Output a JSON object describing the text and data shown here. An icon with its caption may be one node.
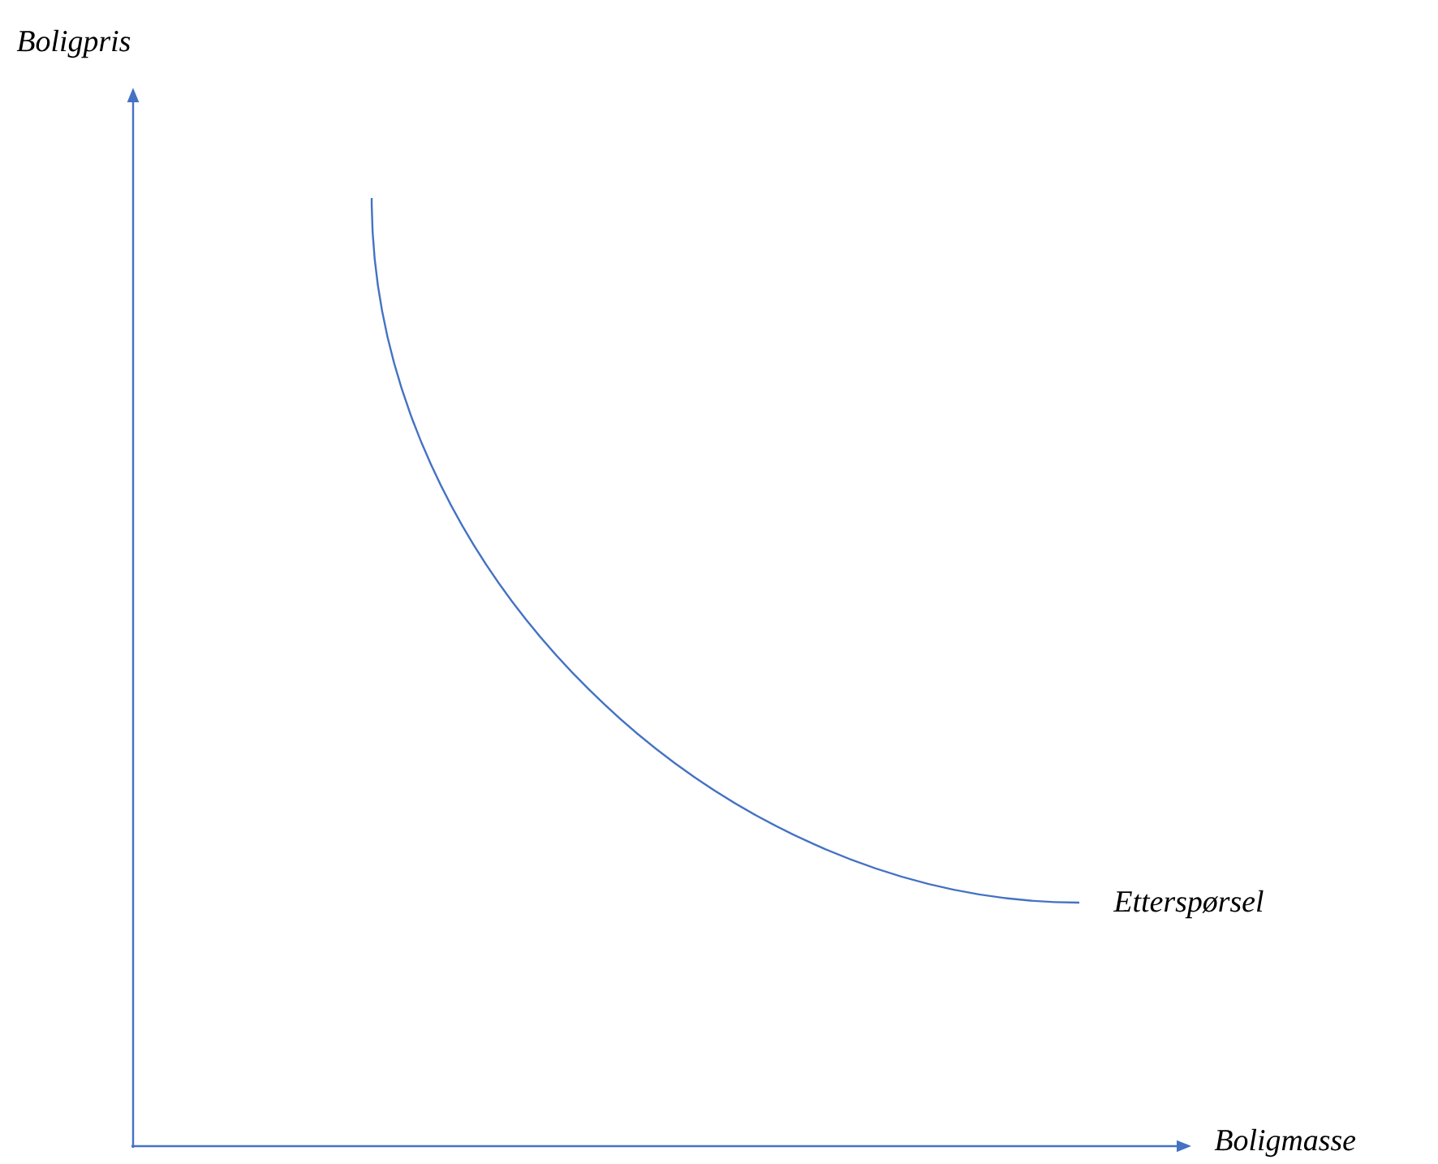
{
  "diagram": {
    "labels": [
      "Boligpris",
      "Etterspørsel",
      "Boligmasse"
    ]
  }
}
